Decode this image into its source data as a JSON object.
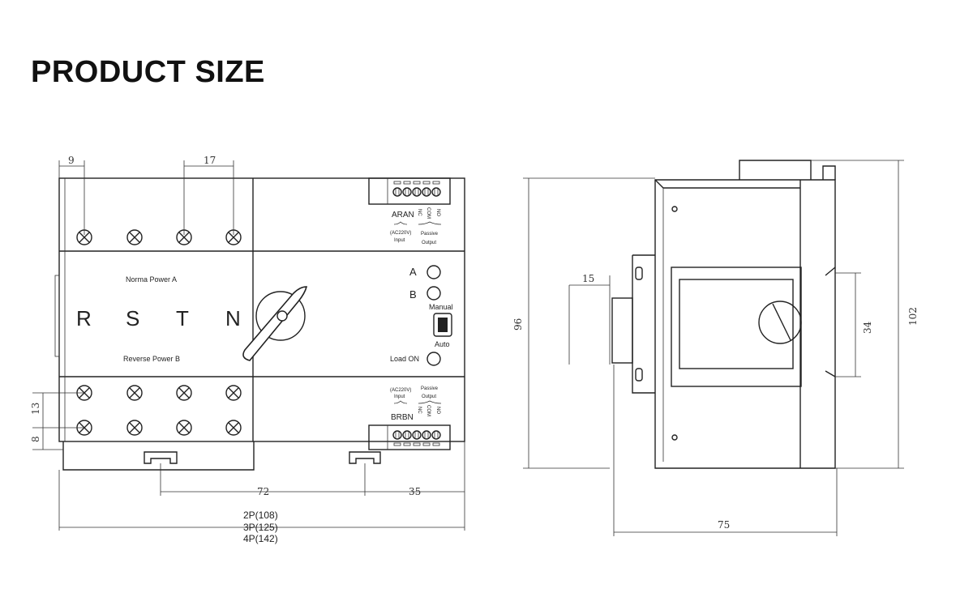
{
  "title": "PRODUCT SIZE",
  "front_view": {
    "dims": {
      "pitch_edge": "9",
      "pitch": "17",
      "row_gap": "13",
      "bottom_offset": "8",
      "rail_span": "72",
      "rail_right": "35",
      "width_2p": "2P(108)",
      "width_3p": "3P(125)",
      "width_4p": "4P(142)"
    },
    "phases": [
      "R",
      "S",
      "T",
      "N"
    ],
    "normal_power_label": "Norma  Power A",
    "reverse_power_label": "Reverse Power B",
    "indicators": {
      "a": "A",
      "b": "B",
      "load_on": "Load ON"
    },
    "mode_switch": {
      "manual": "Manual",
      "auto": "Auto"
    },
    "top_terminal": {
      "input_pins": "ARAN",
      "voltage": "(AC220V)",
      "input": "Input",
      "outputs": [
        "NC",
        "COM",
        "NO"
      ],
      "passive": "Passive",
      "output": "Output"
    },
    "bottom_terminal": {
      "input_pins": "BRBN",
      "voltage": "(AC220V)",
      "input": "Input",
      "outputs": [
        "NC",
        "COM",
        "NO"
      ],
      "passive": "Passive",
      "output": "Output"
    }
  },
  "side_view": {
    "dims": {
      "height_body": "96",
      "height_total": "102",
      "rail_height": "34",
      "rail_depth": "15",
      "depth": "75"
    }
  }
}
